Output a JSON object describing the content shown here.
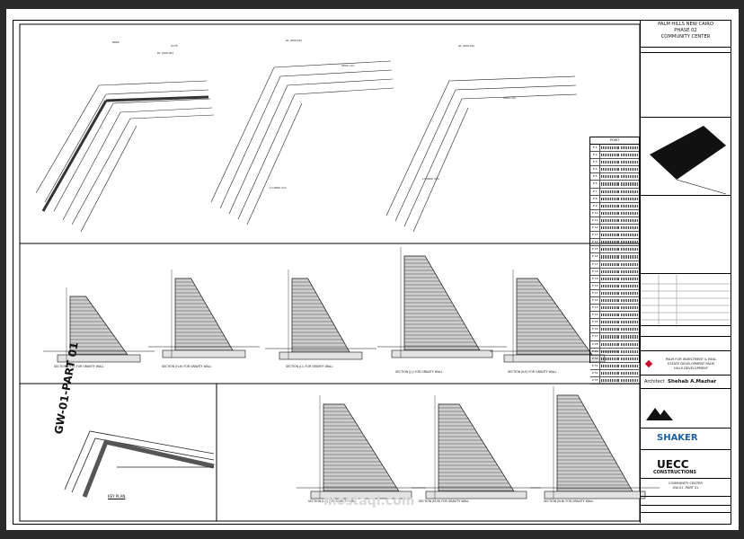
{
  "project": {
    "line1": "PALM HILLS NEW CAIRO",
    "line2": "PHASE 02",
    "line3": "COMMUNITY CENTER"
  },
  "title_block": {
    "key_plan_label": "KEY PLAN",
    "client_line1": "PALM FOR INVESTMENT & REAL",
    "client_line2": "ESTATE DEVELOPMENT PALM",
    "client_line3": "HILLS DEVELOPMENT",
    "architect_prefix": "Architect",
    "architect_name": "Shehab A.Mazhar",
    "consultant_brand": "SHAKER",
    "contractor_brand": "UECC",
    "contractor_sub": "CONSTRUCTIONS",
    "drawing_title1": "COMMUNITY CENTER",
    "drawing_title2": "GW-01 -PART 01"
  },
  "drawing": {
    "part_label": "GW-01-PART 01",
    "key_plan": "KEY PLAN"
  },
  "sections": [
    {
      "label": "SECTION (G-G) FOR GRAVITY WALL"
    },
    {
      "label": "SECTION (H-H) FOR GRAVITY WALL"
    },
    {
      "label": "SECTION (I-I) FOR GRAVITY WALL"
    },
    {
      "label": "SECTION (J-J) FOR GRAVITY WALL"
    },
    {
      "label": "SECTION (K-K) FOR GRAVITY WALL"
    },
    {
      "label": "SECTION (L-L) FOR GRAVITY WALL"
    },
    {
      "label": "SECTION (M-M) FOR GRAVITY WALL"
    },
    {
      "label": "SECTION (N-N) FOR GRAVITY WALL"
    }
  ],
  "point_table": {
    "header": "POINT",
    "rows": [
      "P 1",
      "P 2",
      "P 3",
      "P 4",
      "P 5",
      "P 6",
      "P 7",
      "P 8",
      "P 9",
      "P 10",
      "P 11",
      "P 12",
      "P 13",
      "P 14",
      "P 15",
      "P 16",
      "P 17",
      "P 18",
      "P 19",
      "P 20",
      "P 21",
      "P 22",
      "P 23",
      "P 24",
      "P 25",
      "P 26",
      "P 27",
      "P 28",
      "P 29",
      "P 30",
      "P 31",
      "P 32",
      "P 33"
    ]
  },
  "watermark": "mostaql.com",
  "colors": {
    "line": "#111111",
    "accent": "#c8102e",
    "brand_blue": "#1d5fa8"
  }
}
